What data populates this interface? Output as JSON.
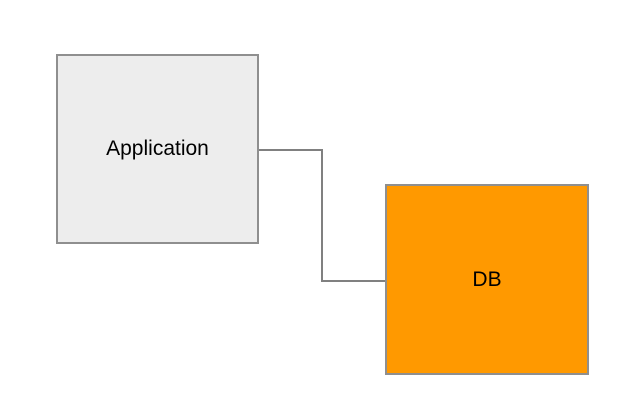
{
  "diagram": {
    "title": "application-db-diagram",
    "nodes": [
      {
        "id": "application",
        "label": "Application",
        "shape": "rectangle",
        "fill": "#ededed",
        "stroke": "#8f8f8f"
      },
      {
        "id": "db",
        "label": "DB",
        "shape": "rectangle",
        "fill": "#ff9900",
        "stroke": "#8f8f8f"
      }
    ],
    "edges": [
      {
        "from": "application",
        "to": "db",
        "type": "orthogonal",
        "stroke": "#808080",
        "arrow": "none"
      }
    ]
  },
  "colors": {
    "canvas-bg": "#ffffff",
    "app-fill": "#ededed",
    "db-fill": "#ff9900",
    "node-stroke": "#8f8f8f",
    "edge-stroke": "#808080",
    "label-color": "#000000"
  }
}
